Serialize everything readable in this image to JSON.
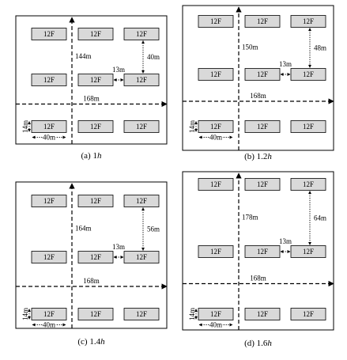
{
  "building_label": "12F",
  "panels": [
    {
      "caption_prefix": "(a)  1",
      "caption_var": "h",
      "vertical_dim": "144m",
      "horizontal_dim": "168m",
      "row_spacing": "40m",
      "col_gap": "13m",
      "bld_width": "40m",
      "bld_height": "14m"
    },
    {
      "caption_prefix": "(b)  1.2",
      "caption_var": "h",
      "vertical_dim": "150m",
      "horizontal_dim": "168m",
      "row_spacing": "48m",
      "col_gap": "13m",
      "bld_width": "40m",
      "bld_height": "14m"
    },
    {
      "caption_prefix": "(c)  1.4",
      "caption_var": "h",
      "vertical_dim": "164m",
      "horizontal_dim": "168m",
      "row_spacing": "56m",
      "col_gap": "13m",
      "bld_width": "40m",
      "bld_height": "14m"
    },
    {
      "caption_prefix": "(d)  1.6",
      "caption_var": "h",
      "vertical_dim": "178m",
      "horizontal_dim": "168m",
      "row_spacing": "64m",
      "col_gap": "13m",
      "bld_width": "40m",
      "bld_height": "14m"
    }
  ]
}
